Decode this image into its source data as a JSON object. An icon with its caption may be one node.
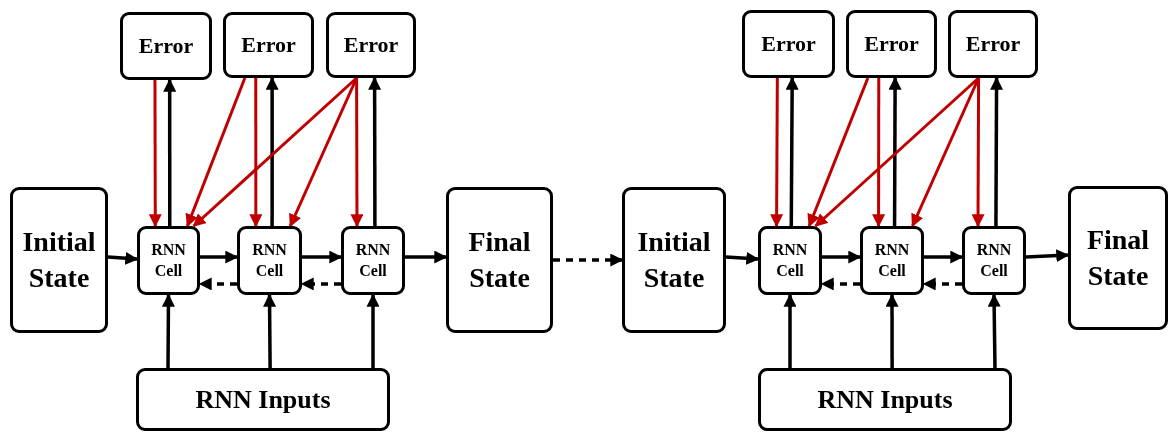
{
  "diagram": {
    "nodes": [
      {
        "text": [
          "Error"
        ]
      },
      {
        "text": [
          "Error"
        ]
      },
      {
        "text": [
          "Error"
        ]
      },
      {
        "text": [
          "Initial State"
        ]
      },
      {
        "text": [
          "RNN Cell"
        ]
      },
      {
        "text": [
          "RNN Cell"
        ]
      },
      {
        "text": [
          "RNN Cell"
        ]
      },
      {
        "text": [
          "Final State"
        ]
      },
      {
        "text": [
          "RNN Inputs"
        ]
      },
      {
        "text": [
          "Error"
        ]
      },
      {
        "text": [
          "Error"
        ]
      },
      {
        "text": [
          "Error"
        ]
      },
      {
        "text": [
          "Initial State"
        ]
      },
      {
        "text": [
          "RNN Cell"
        ]
      },
      {
        "text": [
          "RNN Cell"
        ]
      },
      {
        "text": [
          "RNN Cell"
        ]
      },
      {
        "text": [
          "Final State"
        ]
      },
      {
        "text": [
          "RNN Inputs"
        ]
      }
    ],
    "edges": [
      {
        "from": 3,
        "to": 4,
        "arrow": "to"
      },
      {
        "from": 4,
        "to": 5,
        "arrow": "to"
      },
      {
        "from": 5,
        "to": 4,
        "arrow": "to",
        "style": "dashed"
      },
      {
        "from": 5,
        "to": 6,
        "arrow": "to"
      },
      {
        "from": 6,
        "to": 5,
        "arrow": "to",
        "style": "dashed"
      },
      {
        "from": 6,
        "to": 7,
        "arrow": "to"
      },
      {
        "from": 8,
        "to": 4,
        "arrow": "to"
      },
      {
        "from": 8,
        "to": 5,
        "arrow": "to"
      },
      {
        "from": 8,
        "to": 6,
        "arrow": "to"
      },
      {
        "from": 4,
        "to": 0,
        "arrow": "to"
      },
      {
        "from": 0,
        "to": 4,
        "arrow": "to",
        "color": "#c00000"
      },
      {
        "from": 5,
        "to": 1,
        "arrow": "to"
      },
      {
        "from": 1,
        "to": 5,
        "arrow": "to",
        "color": "#c00000"
      },
      {
        "from": 1,
        "to": 4,
        "arrow": "to",
        "color": "#c00000"
      },
      {
        "from": 6,
        "to": 2,
        "arrow": "to"
      },
      {
        "from": 2,
        "to": 6,
        "arrow": "to",
        "color": "#c00000"
      },
      {
        "from": 2,
        "to": 5,
        "arrow": "to",
        "color": "#c00000"
      },
      {
        "from": 2,
        "to": 4,
        "arrow": "to",
        "color": "#c00000"
      },
      {
        "from": 7,
        "to": 12,
        "arrow": "to",
        "style": "dashed"
      },
      {
        "from": 12,
        "to": 13,
        "arrow": "to"
      },
      {
        "from": 13,
        "to": 14,
        "arrow": "to"
      },
      {
        "from": 14,
        "to": 13,
        "arrow": "to",
        "style": "dashed"
      },
      {
        "from": 14,
        "to": 15,
        "arrow": "to"
      },
      {
        "from": 15,
        "to": 14,
        "arrow": "to",
        "style": "dashed"
      },
      {
        "from": 15,
        "to": 16,
        "arrow": "to"
      },
      {
        "from": 17,
        "to": 13,
        "arrow": "to"
      },
      {
        "from": 17,
        "to": 14,
        "arrow": "to"
      },
      {
        "from": 17,
        "to": 15,
        "arrow": "to"
      },
      {
        "from": 13,
        "to": 9,
        "arrow": "to"
      },
      {
        "from": 9,
        "to": 13,
        "arrow": "to",
        "color": "#c00000"
      },
      {
        "from": 14,
        "to": 10,
        "arrow": "to"
      },
      {
        "from": 10,
        "to": 14,
        "arrow": "to",
        "color": "#c00000"
      },
      {
        "from": 10,
        "to": 13,
        "arrow": "to",
        "color": "#c00000"
      },
      {
        "from": 15,
        "to": 11,
        "arrow": "to"
      },
      {
        "from": 11,
        "to": 15,
        "arrow": "to",
        "color": "#c00000"
      },
      {
        "from": 11,
        "to": 14,
        "arrow": "to",
        "color": "#c00000"
      },
      {
        "from": 11,
        "to": 13,
        "arrow": "to",
        "color": "#c00000"
      }
    ]
  }
}
